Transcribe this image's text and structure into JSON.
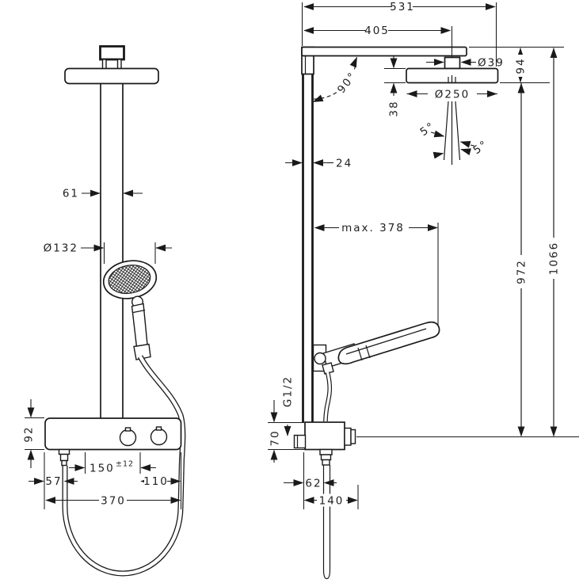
{
  "colors": {
    "background": "#ffffff",
    "line": "#1a1a1a",
    "text": "#1f1f1f"
  },
  "front_view": {
    "dims": {
      "bar_width": "61",
      "handshower_diameter": "Ø132",
      "valve_height": "92",
      "edge_to_outlet": "57",
      "inlet_spacing": "150",
      "inlet_spacing_tolerance": "±12",
      "inlet_to_edge": "110",
      "valve_width": "370"
    }
  },
  "side_view": {
    "dims": {
      "overall_reach": "531",
      "wall_to_head_center": "405",
      "connector_diameter": "Ø39",
      "arm_to_head_bottom": "94",
      "arm_angle": "90°",
      "head_diameter": "Ø250",
      "head_drop": "38",
      "spray_angle_left": "5°",
      "spray_angle_right": "5°",
      "bar_depth": "24",
      "max_reach": "max. 378",
      "head_to_valve": "972",
      "arm_to_valve": "1066",
      "connection_thread": "G1/2",
      "valve_body_height": "70",
      "wall_to_hose": "62",
      "valve_depth": "140"
    }
  }
}
